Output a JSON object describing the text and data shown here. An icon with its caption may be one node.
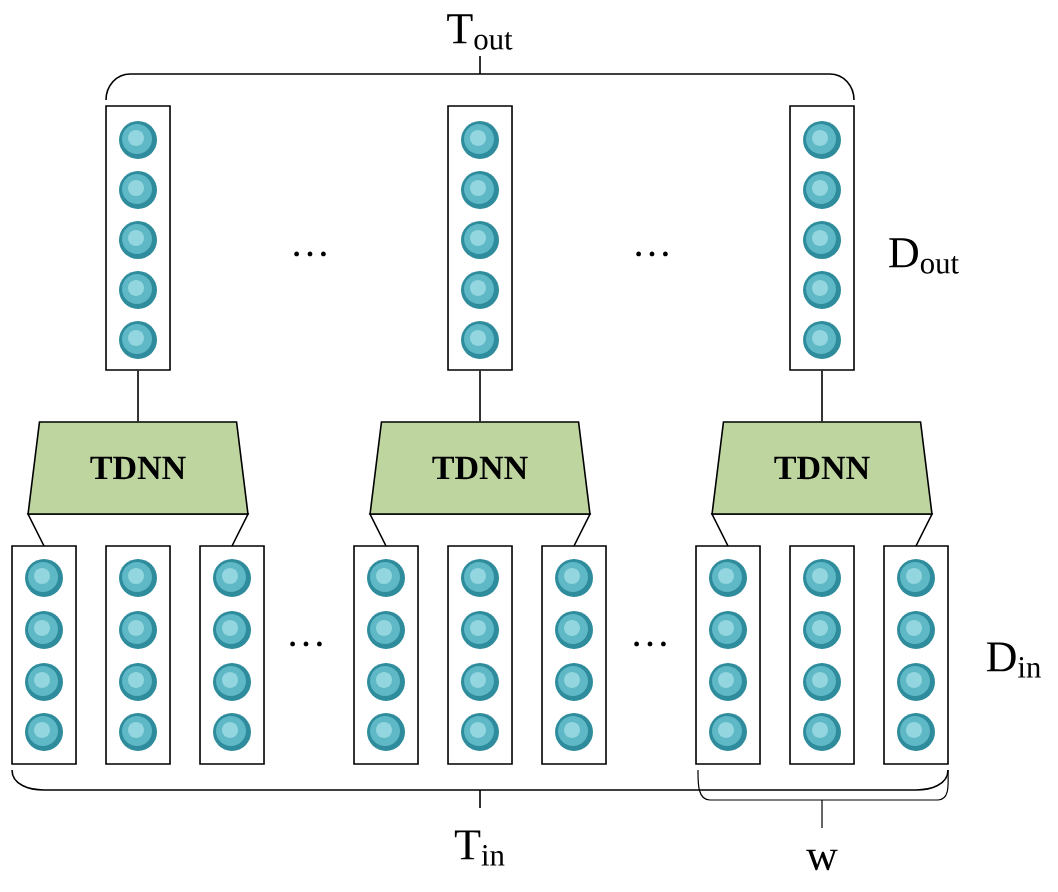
{
  "diagram": {
    "nodes": [
      {
        "text": [],
        "shape": "box"
      },
      {
        "text": [],
        "shape": "box"
      },
      {
        "text": [],
        "shape": "box"
      },
      {
        "text": [
          "TDNN"
        ]
      },
      {
        "text": [
          "TDNN"
        ]
      },
      {
        "text": [
          "TDNN"
        ]
      },
      {
        "text": [],
        "shape": "box"
      },
      {
        "text": [],
        "shape": "box"
      },
      {
        "text": [],
        "shape": "box"
      },
      {
        "text": [],
        "shape": "box"
      },
      {
        "text": [],
        "shape": "box"
      },
      {
        "text": [],
        "shape": "box"
      },
      {
        "text": [],
        "shape": "box"
      },
      {
        "text": [],
        "shape": "box"
      },
      {
        "text": [],
        "shape": "box"
      }
    ],
    "edges": [
      {
        "from": 3,
        "to": 0,
        "arrow": "none"
      },
      {
        "from": 4,
        "to": 1,
        "arrow": "none"
      },
      {
        "from": 5,
        "to": 2,
        "arrow": "none"
      }
    ],
    "labels": [
      "T$_{out}$",
      "…",
      "…",
      "D$_{out}$",
      "…",
      "…",
      "D$_{in}$",
      "T$_{in}$",
      "w"
    ]
  }
}
